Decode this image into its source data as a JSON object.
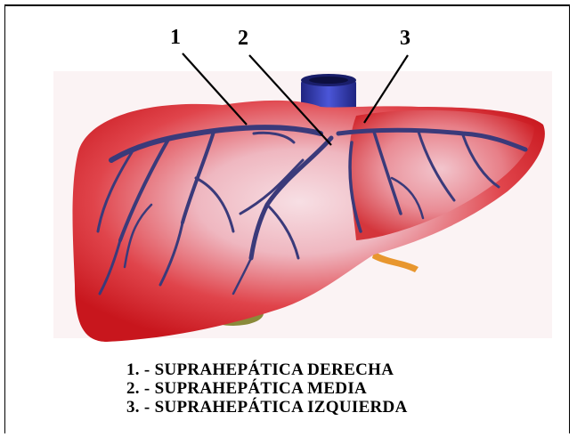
{
  "callouts": [
    "1",
    "2",
    "3"
  ],
  "legend": [
    "1. - SUPRAHEPÁTICA DERECHA",
    "2. - SUPRAHEPÁTICA MEDIA",
    "3. - SUPRAHEPÁTICA IZQUIERDA"
  ],
  "colors": {
    "liver": "#d9262b",
    "liver_highlight": "#f6d6dc",
    "veins": "#3a3a7a",
    "vena_cava": "#2b2f9a",
    "gallbladder": "#8a8a3a",
    "ligament": "#e8962e"
  }
}
